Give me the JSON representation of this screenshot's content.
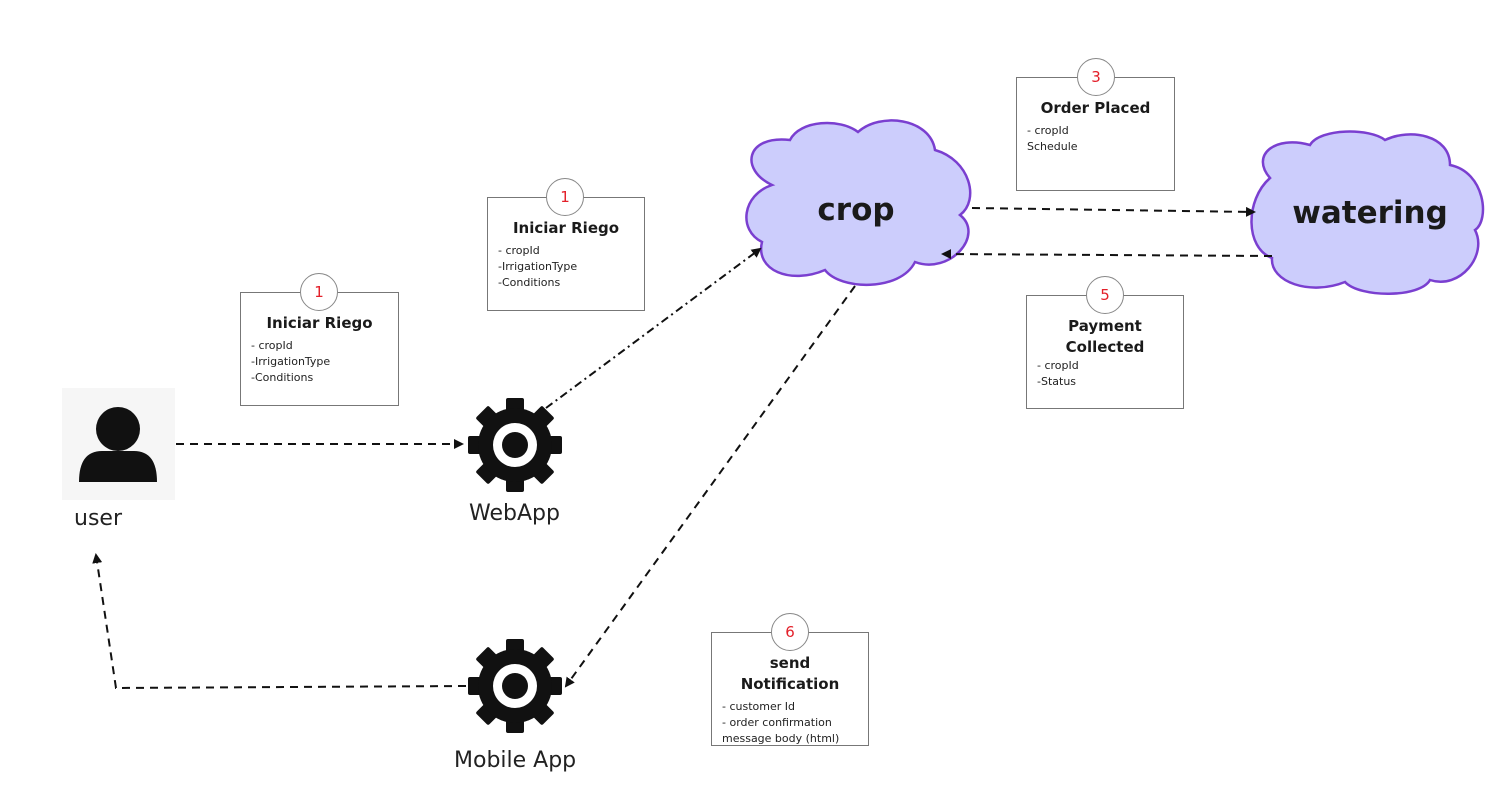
{
  "actors": {
    "user": {
      "label": "user",
      "icon": "user-icon"
    },
    "webapp": {
      "label": "WebApp",
      "icon": "gear-icon"
    },
    "mobile": {
      "label": "Mobile App",
      "icon": "gear-icon"
    }
  },
  "services": {
    "crop": {
      "label": "crop"
    },
    "watering": {
      "label": "watering"
    }
  },
  "cards": [
    {
      "badge": "1",
      "title": "Iniciar Riego",
      "items": [
        "- cropId",
        "-IrrigationType",
        "-Conditions"
      ]
    },
    {
      "badge": "1",
      "title": "Iniciar Riego",
      "items": [
        "- cropId",
        "-IrrigationType",
        "-Conditions"
      ]
    },
    {
      "badge": "3",
      "title": "Order Placed",
      "items": [
        "- cropId",
        "Schedule"
      ]
    },
    {
      "badge": "5",
      "title_line1": "Payment",
      "title_line2": "Collected",
      "items": [
        "- cropId",
        "-Status"
      ]
    },
    {
      "badge": "6",
      "title": "send Notification",
      "items": [
        "- customer Id",
        "- order confirmation",
        "message body (html)"
      ]
    }
  ],
  "colors": {
    "cloud_fill": "#cccdfc",
    "cloud_stroke": "#7a3fd0",
    "badge_number": "#e3202a",
    "arrow": "#111111",
    "card_border": "#777777"
  }
}
